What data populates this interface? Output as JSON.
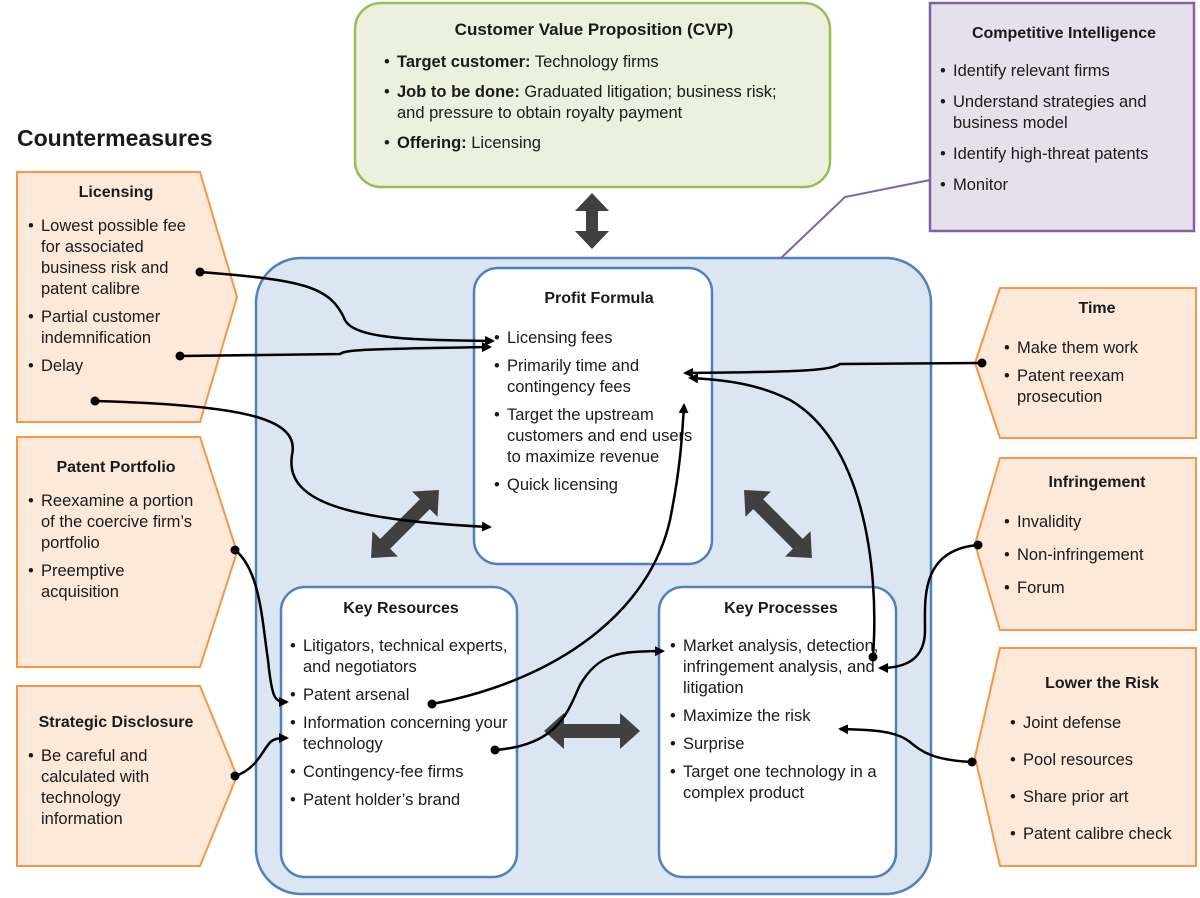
{
  "heading": "Countermeasures",
  "cvp": {
    "title": "Customer Value Proposition (CVP)",
    "items": [
      {
        "label": "Target customer:",
        "text": " Technology firms"
      },
      {
        "label": "Job to be done:",
        "text": " Graduated litigation; business risk; and pressure to obtain royalty payment"
      },
      {
        "label": "Offering:",
        "text": " Licensing"
      }
    ]
  },
  "competitive": {
    "title": "Competitive Intelligence",
    "items": [
      "Identify relevant firms",
      "Understand strategies and business model",
      "Identify high-threat patents",
      "Monitor"
    ]
  },
  "profit": {
    "title": "Profit Formula",
    "items": [
      "Licensing fees",
      "Primarily time and contingency fees",
      "Target the upstream customers and end users to maximize revenue",
      "Quick licensing"
    ]
  },
  "resources": {
    "title": "Key Resources",
    "items": [
      "Litigators, technical experts, and negotiators",
      "Patent arsenal",
      "Information concerning your technology",
      "Contingency-fee firms",
      "Patent holder’s brand"
    ]
  },
  "processes": {
    "title": "Key Processes",
    "items": [
      "Market analysis, detection, infringement analysis, and litigation",
      "Maximize the risk",
      "Surprise",
      "Target one technology in a complex product"
    ]
  },
  "left": {
    "licensing": {
      "title": "Licensing",
      "items": [
        "Lowest possible fee for associated business risk and patent calibre",
        "Partial customer indemnification",
        "Delay"
      ]
    },
    "portfolio": {
      "title": "Patent Portfolio",
      "items": [
        "Reexamine a portion of the coercive firm’s portfolio",
        "Preemptive acquisition"
      ]
    },
    "disclosure": {
      "title": "Strategic Disclosure",
      "items": [
        "Be careful and calculated with technology information"
      ]
    }
  },
  "right": {
    "time": {
      "title": "Time",
      "items": [
        "Make them work",
        "Patent reexam prosecution"
      ]
    },
    "infringement": {
      "title": "Infringement",
      "items": [
        "Invalidity",
        "Non-infringement",
        "Forum"
      ]
    },
    "risk": {
      "title": "Lower the Risk",
      "items": [
        "Joint defense",
        "Pool resources",
        "Share prior art",
        "Patent calibre check"
      ]
    }
  },
  "colors": {
    "cvp_fill": "#ebf1de",
    "cvp_border": "#9bbb59",
    "ci_fill": "#e5e0ec",
    "ci_border": "#8064a2",
    "model_fill": "#dce6f2",
    "model_border": "#4f81bd",
    "counter_fill": "#fde9d9",
    "counter_border": "#f79646",
    "arrow": "#404040"
  }
}
